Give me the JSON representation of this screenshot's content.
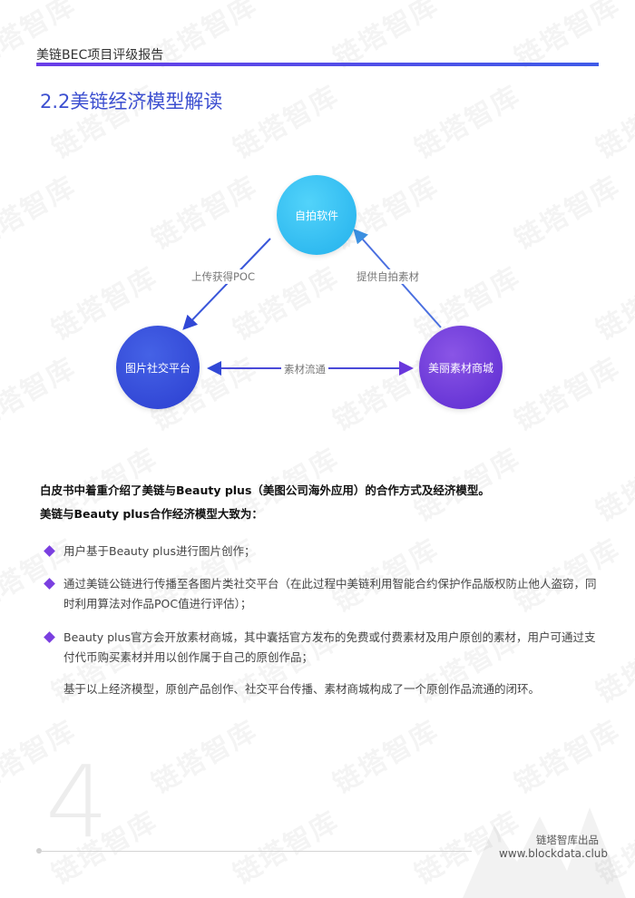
{
  "header": {
    "title": "美链BEC项目评级报告",
    "accent_color": "#5a46e6"
  },
  "section": {
    "title": "2.2美链经济模型解读"
  },
  "diagram": {
    "nodes": {
      "top": "自拍软件",
      "left": "图片社交平台",
      "right": "美丽素材商城"
    },
    "edges": {
      "top_to_left": "上传获得POC",
      "right_to_top": "提供自拍素材",
      "left_right": "素材流通"
    },
    "colors": {
      "top": "#2fbdf2",
      "left": "#3048d8",
      "right": "#6d38dc"
    }
  },
  "content": {
    "lead_1": "白皮书中着重介绍了美链与Beauty plus（美图公司海外应用）的合作方式及经济模型。",
    "lead_2": "美链与Beauty plus合作经济模型大致为：",
    "bullets": [
      "用户基于Beauty plus进行图片创作；",
      "通过美链公链进行传播至各图片类社交平台（在此过程中美链利用智能合约保护作品版权防止他人盗窃，同时利用算法对作品POC值进行评估）；",
      "Beauty plus官方会开放素材商城，其中囊括官方发布的免费或付费素材及用户原创的素材，用户可通过支付代币购买素材并用以创作属于自己的原创作品；"
    ],
    "summary": "基于以上经济模型，原创产品创作、社交平台传播、素材商城构成了一个原创作品流通的闭环。"
  },
  "footer": {
    "page_number": "4",
    "brand": "链塔智库出品",
    "url": "www.blockdata.club"
  },
  "watermark": {
    "text": "链塔智库"
  }
}
